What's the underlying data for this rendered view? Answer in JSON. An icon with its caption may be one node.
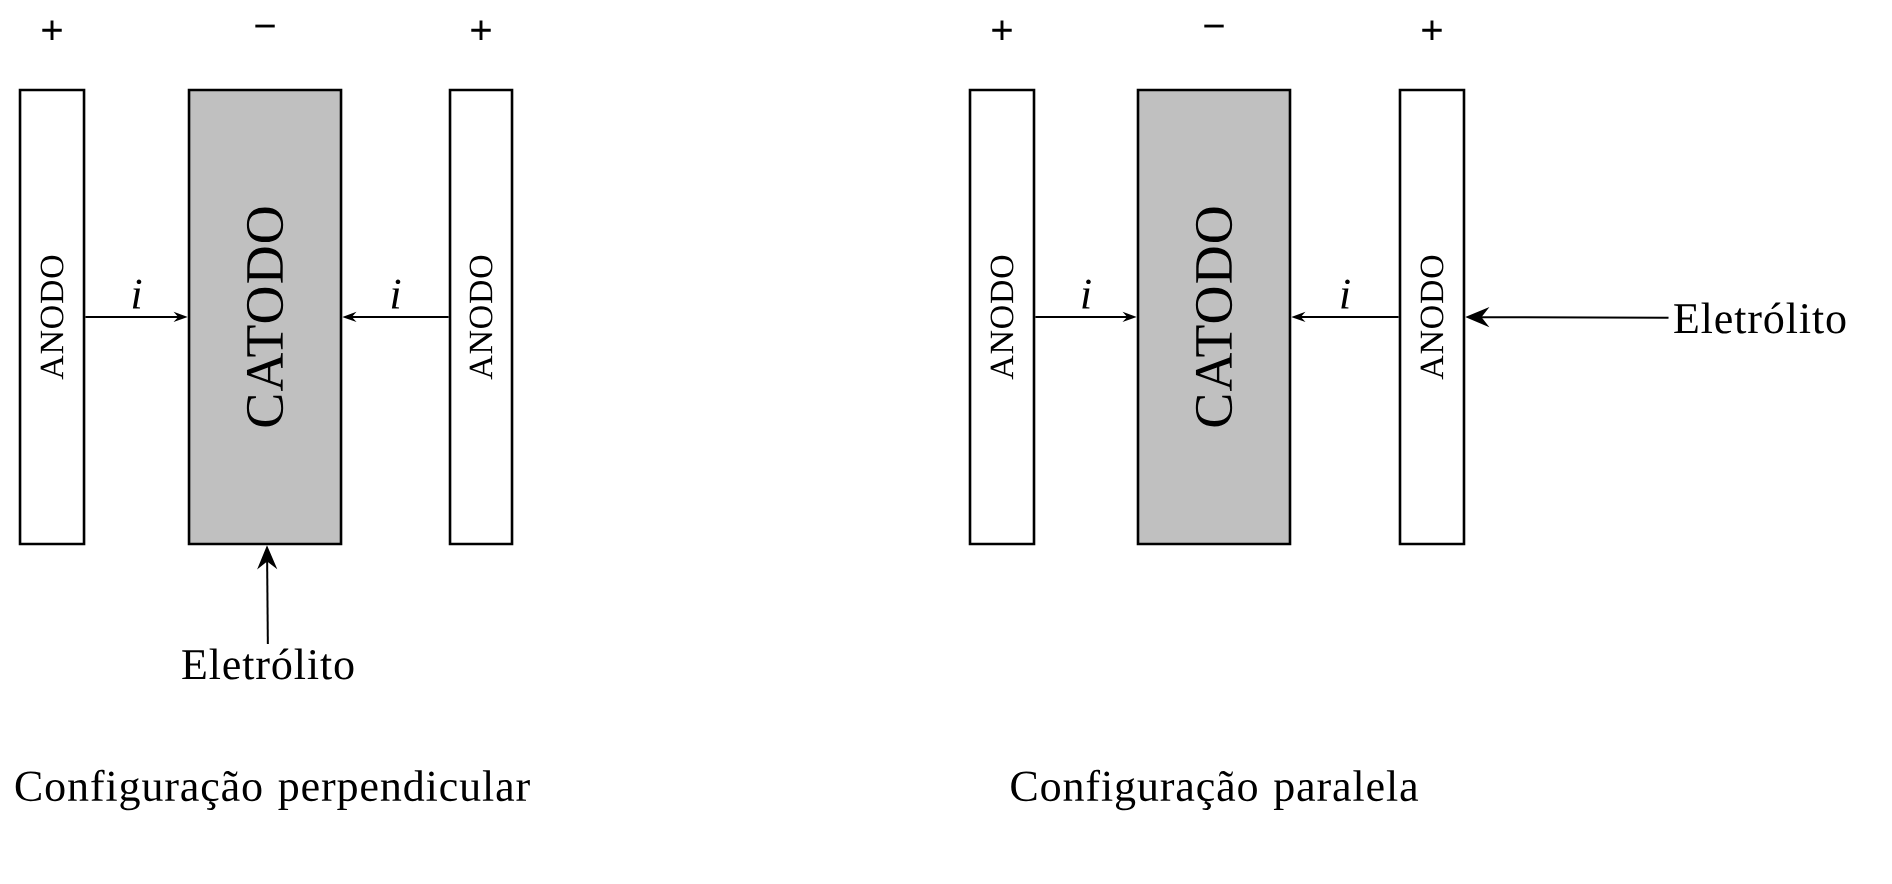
{
  "diagram": {
    "nodes": [
      {
        "text": [
          "ANODO"
        ],
        "beside": [
          "+"
        ]
      },
      {
        "text": [
          "CATODO"
        ],
        "beside": [
          "−"
        ]
      },
      {
        "text": [
          "ANODO"
        ],
        "beside": [
          "+"
        ]
      },
      {
        "text": [
          "Eletrólito"
        ]
      },
      {
        "text": [
          "ANODO"
        ],
        "beside": [
          "+"
        ]
      },
      {
        "text": [
          "CATODO"
        ],
        "beside": [
          "−"
        ]
      },
      {
        "text": [
          "ANODO"
        ],
        "beside": [
          "+"
        ]
      },
      {
        "text": [
          "Eletrólito"
        ]
      }
    ],
    "edges": [
      {
        "from": 0,
        "to": 1,
        "arrow": "to",
        "label": "i"
      },
      {
        "from": 2,
        "to": 1,
        "arrow": "to",
        "label": "i"
      },
      {
        "from": 3,
        "to": 1,
        "arrow": "to"
      },
      {
        "from": 4,
        "to": 5,
        "arrow": "to",
        "label": "i"
      },
      {
        "from": 6,
        "to": 5,
        "arrow": "to",
        "label": "i"
      },
      {
        "from": 7,
        "to": 6,
        "arrow": "to"
      }
    ],
    "labels": [
      "Configuração perpendicular",
      "Configuração paralela"
    ]
  }
}
